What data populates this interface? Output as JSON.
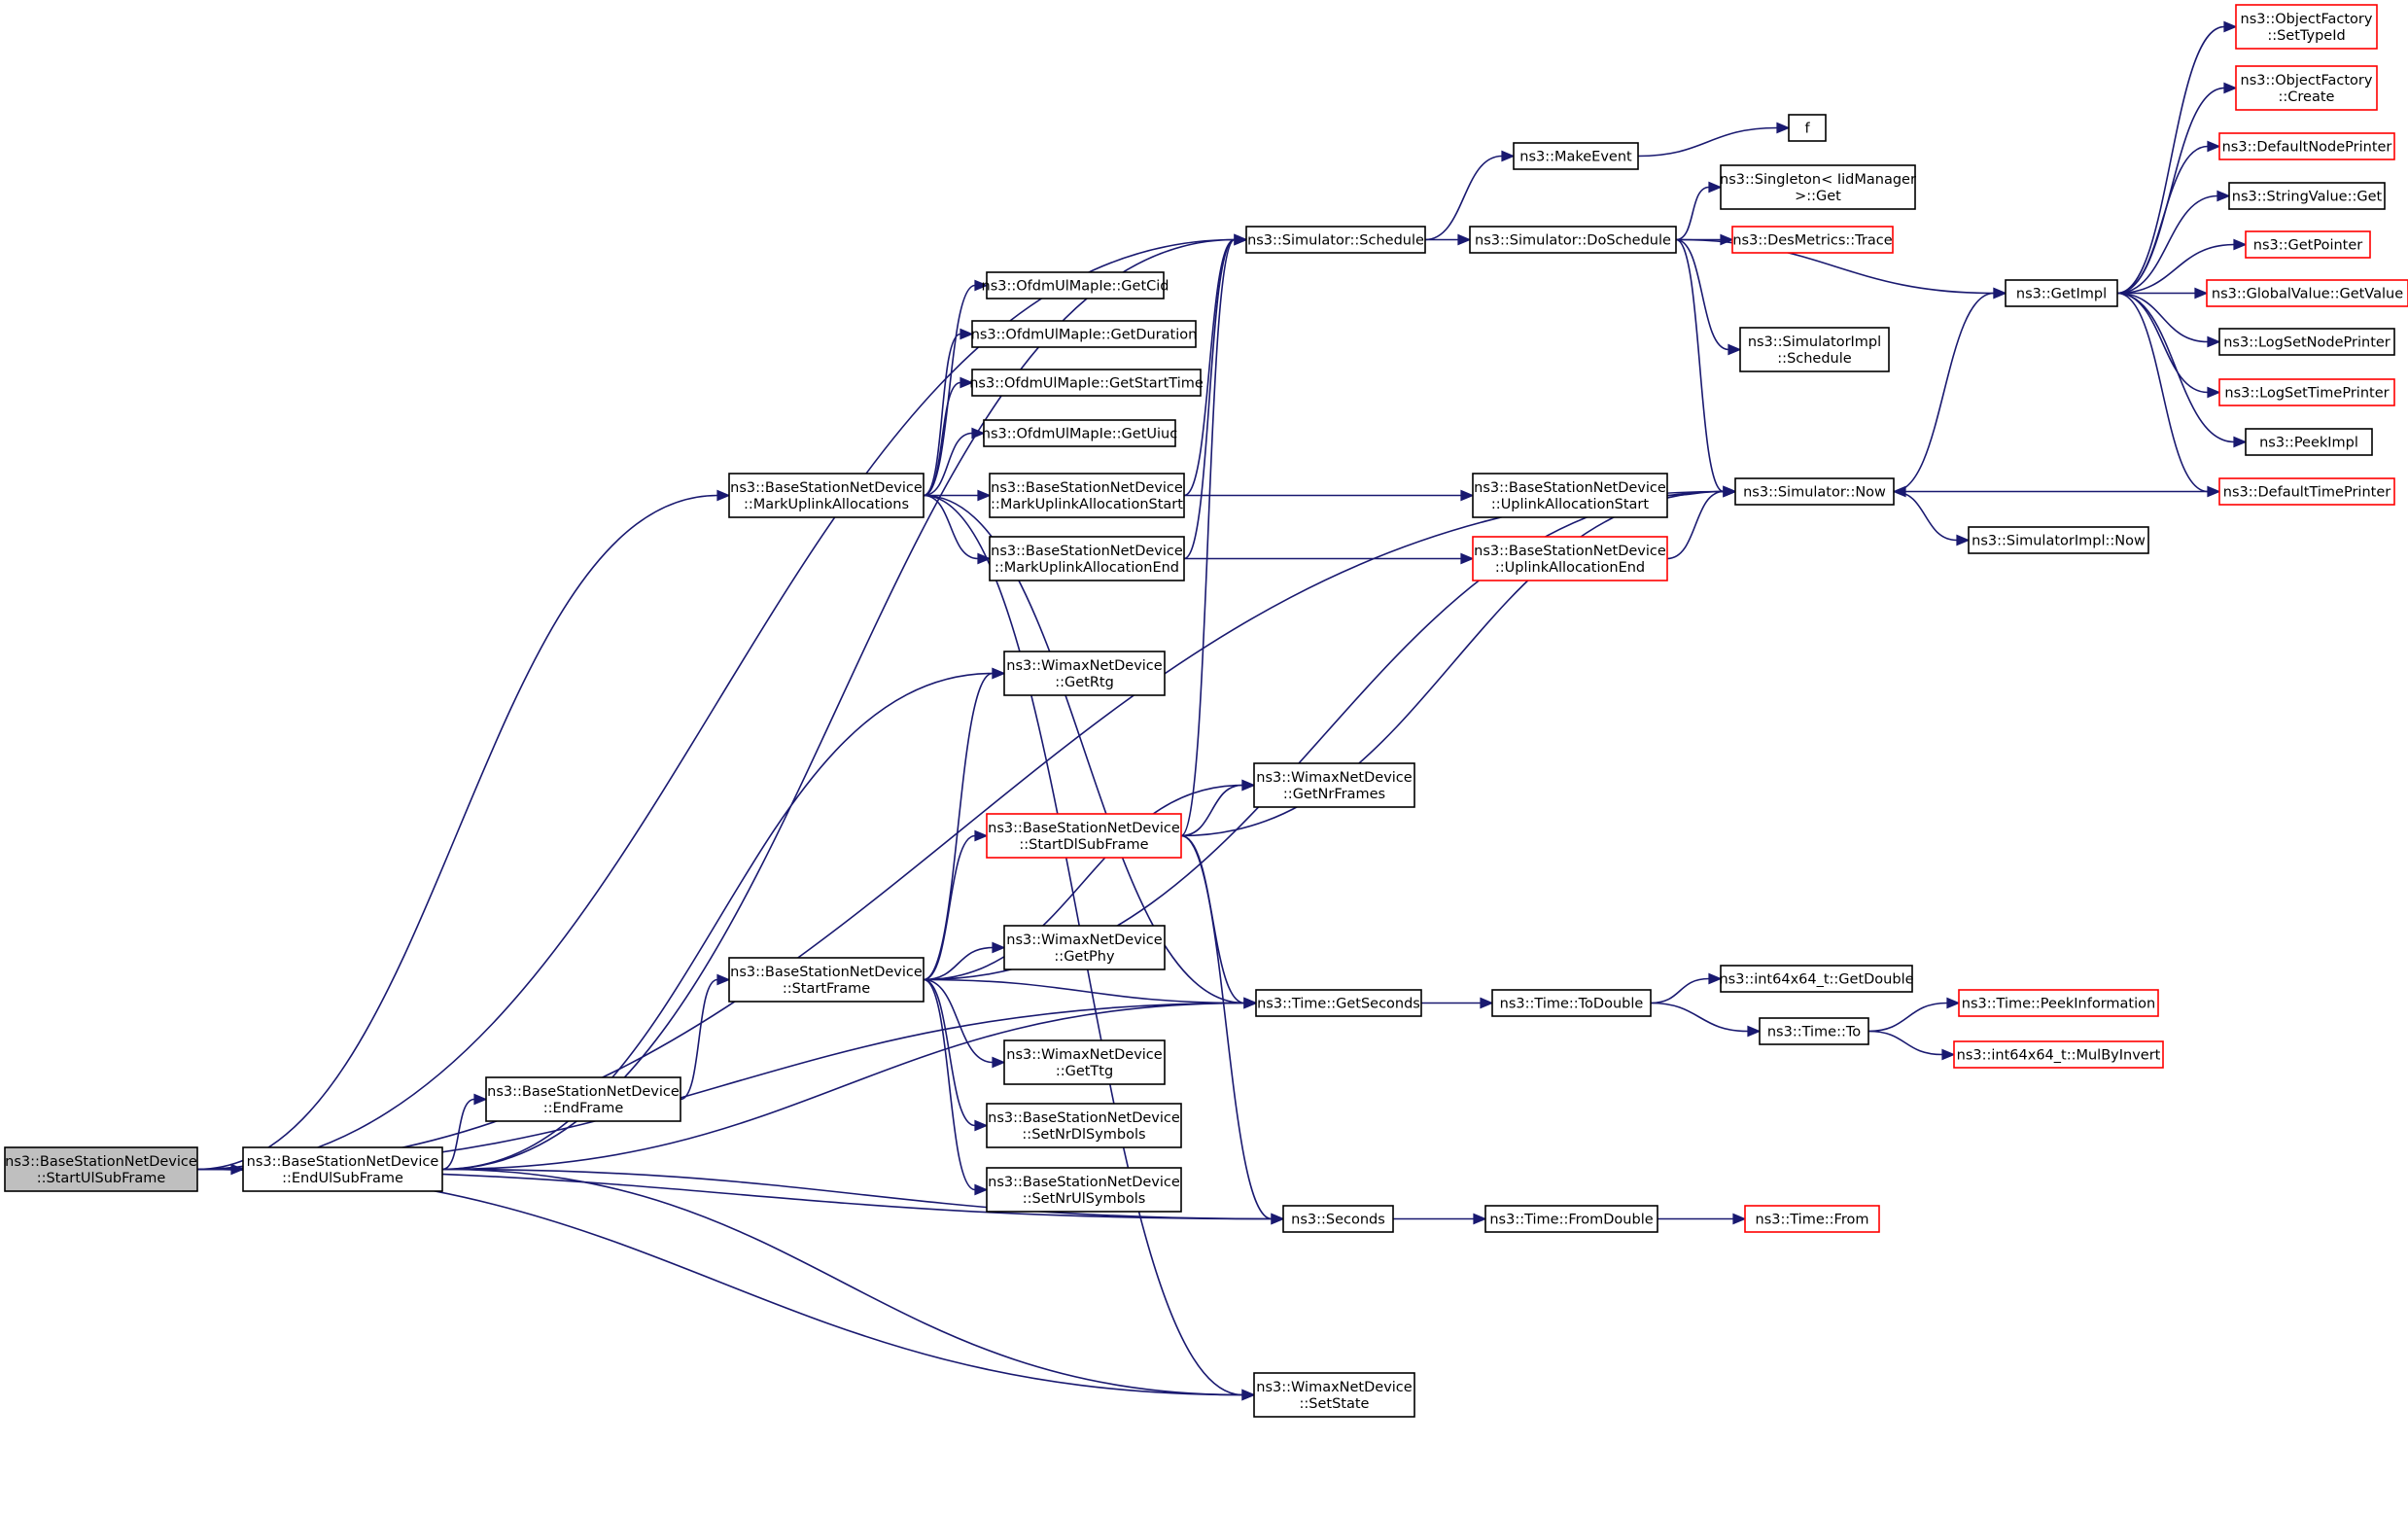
{
  "nodes": [
    {
      "id": "root",
      "lines": [
        "ns3::BaseStationNetDevice",
        "::StartUlSubFrame"
      ],
      "style": "root"
    },
    {
      "id": "endul",
      "lines": [
        "ns3::BaseStationNetDevice",
        "::EndUlSubFrame"
      ],
      "style": "normal"
    },
    {
      "id": "endframe",
      "lines": [
        "ns3::BaseStationNetDevice",
        "::EndFrame"
      ],
      "style": "normal"
    },
    {
      "id": "startframe",
      "lines": [
        "ns3::BaseStationNetDevice",
        "::StartFrame"
      ],
      "style": "normal"
    },
    {
      "id": "markul",
      "lines": [
        "ns3::BaseStationNetDevice",
        "::MarkUplinkAllocations"
      ],
      "style": "normal"
    },
    {
      "id": "getcid",
      "lines": [
        "ns3::OfdmUlMapIe::GetCid"
      ],
      "style": "normal"
    },
    {
      "id": "getdur",
      "lines": [
        "ns3::OfdmUlMapIe::GetDuration"
      ],
      "style": "normal"
    },
    {
      "id": "getstart",
      "lines": [
        "ns3::OfdmUlMapIe::GetStartTime"
      ],
      "style": "normal"
    },
    {
      "id": "getuiuc",
      "lines": [
        "ns3::OfdmUlMapIe::GetUiuc"
      ],
      "style": "normal"
    },
    {
      "id": "markulstart",
      "lines": [
        "ns3::BaseStationNetDevice",
        "::MarkUplinkAllocationStart"
      ],
      "style": "normal"
    },
    {
      "id": "markulend",
      "lines": [
        "ns3::BaseStationNetDevice",
        "::MarkUplinkAllocationEnd"
      ],
      "style": "normal"
    },
    {
      "id": "getrtg",
      "lines": [
        "ns3::WimaxNetDevice",
        "::GetRtg"
      ],
      "style": "normal"
    },
    {
      "id": "startdl",
      "lines": [
        "ns3::BaseStationNetDevice",
        "::StartDlSubFrame"
      ],
      "style": "red"
    },
    {
      "id": "getphy",
      "lines": [
        "ns3::WimaxNetDevice",
        "::GetPhy"
      ],
      "style": "normal"
    },
    {
      "id": "getttg",
      "lines": [
        "ns3::WimaxNetDevice",
        "::GetTtg"
      ],
      "style": "normal"
    },
    {
      "id": "setnrdl",
      "lines": [
        "ns3::BaseStationNetDevice",
        "::SetNrDlSymbols"
      ],
      "style": "normal"
    },
    {
      "id": "setnrul",
      "lines": [
        "ns3::BaseStationNetDevice",
        "::SetNrUlSymbols"
      ],
      "style": "normal"
    },
    {
      "id": "schedule",
      "lines": [
        "ns3::Simulator::Schedule"
      ],
      "style": "normal"
    },
    {
      "id": "getnrframes",
      "lines": [
        "ns3::WimaxNetDevice",
        "::GetNrFrames"
      ],
      "style": "normal"
    },
    {
      "id": "getseconds",
      "lines": [
        "ns3::Time::GetSeconds"
      ],
      "style": "normal"
    },
    {
      "id": "seconds",
      "lines": [
        "ns3::Seconds"
      ],
      "style": "normal"
    },
    {
      "id": "setstate",
      "lines": [
        "ns3::WimaxNetDevice",
        "::SetState"
      ],
      "style": "normal"
    },
    {
      "id": "makeevent",
      "lines": [
        "ns3::MakeEvent"
      ],
      "style": "normal"
    },
    {
      "id": "doschedule",
      "lines": [
        "ns3::Simulator::DoSchedule"
      ],
      "style": "normal"
    },
    {
      "id": "ulallocstart",
      "lines": [
        "ns3::BaseStationNetDevice",
        "::UplinkAllocationStart"
      ],
      "style": "normal"
    },
    {
      "id": "ulallocend",
      "lines": [
        "ns3::BaseStationNetDevice",
        "::UplinkAllocationEnd"
      ],
      "style": "red"
    },
    {
      "id": "todouble",
      "lines": [
        "ns3::Time::ToDouble"
      ],
      "style": "normal"
    },
    {
      "id": "fromdouble",
      "lines": [
        "ns3::Time::FromDouble"
      ],
      "style": "normal"
    },
    {
      "id": "f",
      "lines": [
        "f"
      ],
      "style": "normal"
    },
    {
      "id": "singleton",
      "lines": [
        "ns3::Singleton< IidManager",
        " >::Get"
      ],
      "style": "normal"
    },
    {
      "id": "desmetrics",
      "lines": [
        "ns3::DesMetrics::Trace"
      ],
      "style": "red"
    },
    {
      "id": "simimplsched",
      "lines": [
        "ns3::SimulatorImpl",
        "::Schedule"
      ],
      "style": "normal"
    },
    {
      "id": "simnow",
      "lines": [
        "ns3::Simulator::Now"
      ],
      "style": "normal"
    },
    {
      "id": "getdoubleint",
      "lines": [
        "ns3::int64x64_t::GetDouble"
      ],
      "style": "normal"
    },
    {
      "id": "timeto",
      "lines": [
        "ns3::Time::To"
      ],
      "style": "normal"
    },
    {
      "id": "timefrom",
      "lines": [
        "ns3::Time::From"
      ],
      "style": "red"
    },
    {
      "id": "getimpl",
      "lines": [
        "ns3::GetImpl"
      ],
      "style": "normal"
    },
    {
      "id": "simimplnow",
      "lines": [
        "ns3::SimulatorImpl::Now"
      ],
      "style": "normal"
    },
    {
      "id": "peekinfo",
      "lines": [
        "ns3::Time::PeekInformation"
      ],
      "style": "red"
    },
    {
      "id": "mulbyinvert",
      "lines": [
        "ns3::int64x64_t::MulByInvert"
      ],
      "style": "red"
    },
    {
      "id": "ofsettypeid",
      "lines": [
        "ns3::ObjectFactory",
        "::SetTypeId"
      ],
      "style": "red"
    },
    {
      "id": "ofcreate",
      "lines": [
        "ns3::ObjectFactory",
        "::Create"
      ],
      "style": "red"
    },
    {
      "id": "defnodeprinter",
      "lines": [
        "ns3::DefaultNodePrinter"
      ],
      "style": "red"
    },
    {
      "id": "stringvalueget",
      "lines": [
        "ns3::StringValue::Get"
      ],
      "style": "normal"
    },
    {
      "id": "getpointer",
      "lines": [
        "ns3::GetPointer"
      ],
      "style": "red"
    },
    {
      "id": "globalvalueget",
      "lines": [
        "ns3::GlobalValue::GetValue"
      ],
      "style": "red"
    },
    {
      "id": "logsetnode",
      "lines": [
        "ns3::LogSetNodePrinter"
      ],
      "style": "normal"
    },
    {
      "id": "logsettime",
      "lines": [
        "ns3::LogSetTimePrinter"
      ],
      "style": "red"
    },
    {
      "id": "peekimpl",
      "lines": [
        "ns3::PeekImpl"
      ],
      "style": "normal"
    },
    {
      "id": "deftimeprinter",
      "lines": [
        "ns3::DefaultTimePrinter"
      ],
      "style": "red"
    }
  ],
  "edges": [
    [
      "root",
      "endul"
    ],
    [
      "root",
      "markul"
    ],
    [
      "root",
      "schedule"
    ],
    [
      "root",
      "simnow"
    ],
    [
      "root",
      "getseconds"
    ],
    [
      "root",
      "seconds"
    ],
    [
      "root",
      "setstate"
    ],
    [
      "endul",
      "endframe"
    ],
    [
      "endul",
      "schedule"
    ],
    [
      "endul",
      "getrtg"
    ],
    [
      "endul",
      "getseconds"
    ],
    [
      "endul",
      "seconds"
    ],
    [
      "endul",
      "setstate"
    ],
    [
      "endframe",
      "startframe"
    ],
    [
      "startframe",
      "getrtg"
    ],
    [
      "startframe",
      "getnrframes"
    ],
    [
      "startframe",
      "startdl"
    ],
    [
      "startframe",
      "getphy"
    ],
    [
      "startframe",
      "getttg"
    ],
    [
      "startframe",
      "setnrdl"
    ],
    [
      "startframe",
      "setnrul"
    ],
    [
      "startframe",
      "getseconds"
    ],
    [
      "startframe",
      "simnow"
    ],
    [
      "markul",
      "getcid"
    ],
    [
      "markul",
      "getdur"
    ],
    [
      "markul",
      "getstart"
    ],
    [
      "markul",
      "getuiuc"
    ],
    [
      "markul",
      "markulstart"
    ],
    [
      "markul",
      "markulend"
    ],
    [
      "markul",
      "getseconds"
    ],
    [
      "markul",
      "setstate"
    ],
    [
      "markulstart",
      "schedule"
    ],
    [
      "markulstart",
      "ulallocstart"
    ],
    [
      "markulend",
      "schedule"
    ],
    [
      "markulend",
      "ulallocend"
    ],
    [
      "startdl",
      "schedule"
    ],
    [
      "startdl",
      "getnrframes"
    ],
    [
      "startdl",
      "simnow"
    ],
    [
      "startdl",
      "getseconds"
    ],
    [
      "startdl",
      "seconds"
    ],
    [
      "schedule",
      "makeevent"
    ],
    [
      "schedule",
      "doschedule"
    ],
    [
      "makeevent",
      "f"
    ],
    [
      "doschedule",
      "singleton"
    ],
    [
      "doschedule",
      "desmetrics"
    ],
    [
      "doschedule",
      "getimpl"
    ],
    [
      "doschedule",
      "simimplsched"
    ],
    [
      "doschedule",
      "simnow"
    ],
    [
      "ulallocstart",
      "simnow"
    ],
    [
      "ulallocend",
      "simnow"
    ],
    [
      "getseconds",
      "todouble"
    ],
    [
      "todouble",
      "getdoubleint"
    ],
    [
      "todouble",
      "timeto"
    ],
    [
      "timeto",
      "peekinfo"
    ],
    [
      "timeto",
      "mulbyinvert"
    ],
    [
      "seconds",
      "fromdouble"
    ],
    [
      "fromdouble",
      "timefrom"
    ],
    [
      "simnow",
      "getimpl"
    ],
    [
      "simnow",
      "simimplnow"
    ],
    [
      "getimpl",
      "ofsettypeid"
    ],
    [
      "getimpl",
      "ofcreate"
    ],
    [
      "getimpl",
      "defnodeprinter"
    ],
    [
      "getimpl",
      "stringvalueget"
    ],
    [
      "getimpl",
      "getpointer"
    ],
    [
      "getimpl",
      "globalvalueget"
    ],
    [
      "getimpl",
      "logsetnode"
    ],
    [
      "getimpl",
      "logsettime"
    ],
    [
      "getimpl",
      "peekimpl"
    ],
    [
      "getimpl",
      "deftimeprinter"
    ],
    [
      "deftimeprinter",
      "simnow"
    ]
  ]
}
